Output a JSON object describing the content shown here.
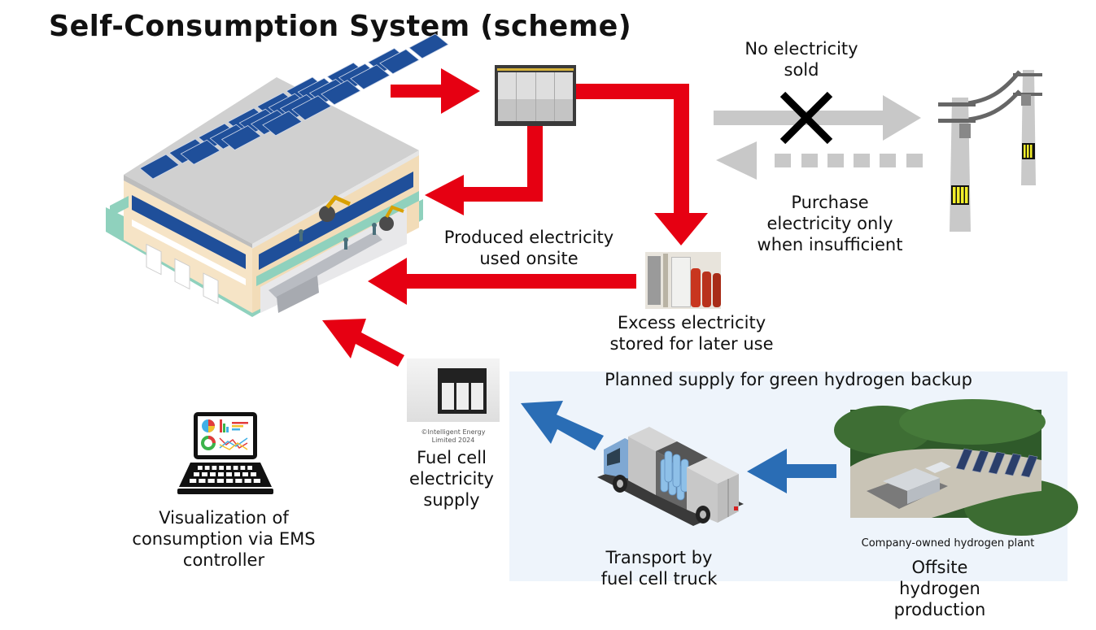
{
  "title": "Self-Consumption System (scheme)",
  "colors": {
    "flow_red": "#e60012",
    "hydrogen_blue": "#2a6db5",
    "grid_gray": "#c8c8c8",
    "panel_bg": "#eef4fb",
    "solar_blue": "#1f4f9a"
  },
  "nodes": {
    "factory": {
      "icon": "factory-with-solar-roof-icon"
    },
    "inverter": {
      "icon": "power-conditioner-icon"
    },
    "storage": {
      "icon": "storage-equipment-icon",
      "label_line1": "Excess electricity",
      "label_line2": "stored for later use"
    },
    "grid": {
      "icon": "utility-pole-icon",
      "no_sale_line1": "No electricity",
      "no_sale_line2": "sold",
      "purchase_line1": "Purchase",
      "purchase_line2": "electricity only",
      "purchase_line3": "when insufficient"
    },
    "onsite": {
      "label_line1": "Produced electricity",
      "label_line2": "used onsite"
    },
    "fuel_cell": {
      "icon": "fuel-cell-unit-icon",
      "credit_line1": "©Intelligent Energy",
      "credit_line2": "Limited 2024",
      "label_line1": "Fuel cell",
      "label_line2": "electricity",
      "label_line3": "supply"
    },
    "ems": {
      "icon": "laptop-dashboard-icon",
      "label_line1": "Visualization of",
      "label_line2": "consumption via EMS",
      "label_line3": "controller"
    },
    "hydrogen": {
      "panel_title": "Planned supply for green hydrogen backup",
      "truck_icon": "fuel-cell-truck-icon",
      "truck_line1": "Transport by",
      "truck_line2": "fuel cell truck",
      "plant_icon": "hydrogen-plant-photo-icon",
      "plant_caption": "Company-owned hydrogen plant",
      "plant_line1": "Offsite",
      "plant_line2": "hydrogen",
      "plant_line3": "production"
    }
  }
}
